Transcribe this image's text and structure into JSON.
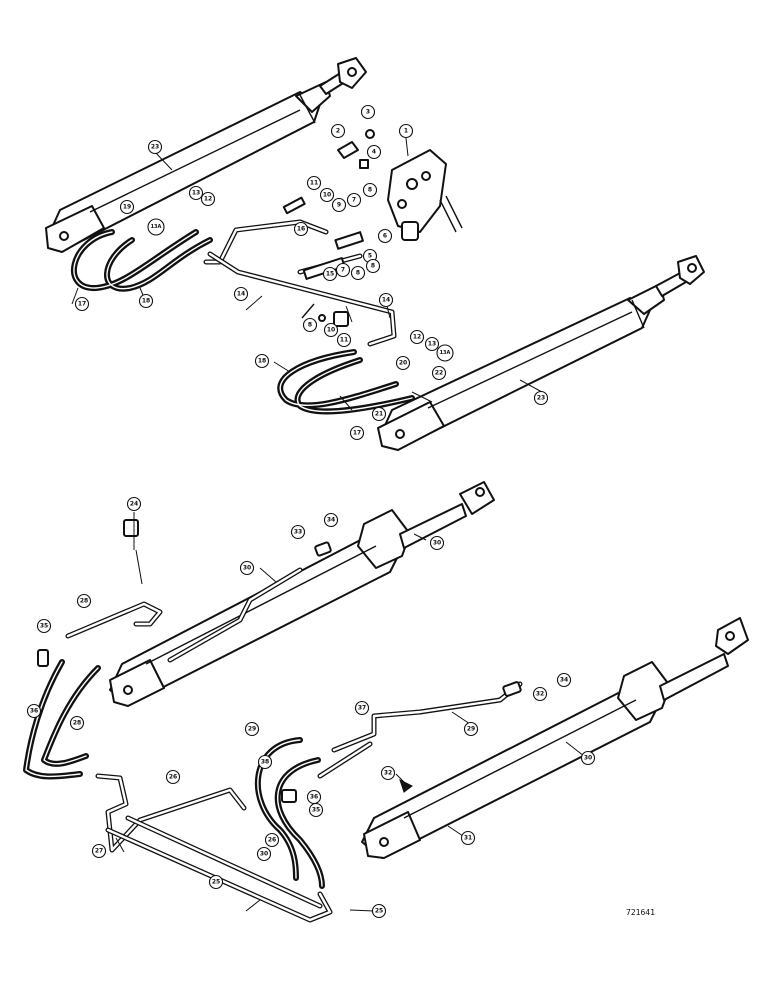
{
  "figure": {
    "reference_number": "721641"
  },
  "callouts": [
    {
      "id": "c1",
      "label": "1"
    },
    {
      "id": "c2",
      "label": "2"
    },
    {
      "id": "c3",
      "label": "3"
    },
    {
      "id": "c4",
      "label": "4"
    },
    {
      "id": "c5",
      "label": "5"
    },
    {
      "id": "c6",
      "label": "6"
    },
    {
      "id": "c7a",
      "label": "7"
    },
    {
      "id": "c7b",
      "label": "7"
    },
    {
      "id": "c8a",
      "label": "8"
    },
    {
      "id": "c8b",
      "label": "8"
    },
    {
      "id": "c8c",
      "label": "8"
    },
    {
      "id": "c8d",
      "label": "8"
    },
    {
      "id": "c9",
      "label": "9"
    },
    {
      "id": "c10a",
      "label": "10"
    },
    {
      "id": "c10b",
      "label": "10"
    },
    {
      "id": "c11a",
      "label": "11"
    },
    {
      "id": "c11b",
      "label": "11"
    },
    {
      "id": "c12a",
      "label": "12"
    },
    {
      "id": "c12b",
      "label": "12"
    },
    {
      "id": "c13a",
      "label": "13"
    },
    {
      "id": "c13b",
      "label": "13"
    },
    {
      "id": "c13Aa",
      "label": "13A"
    },
    {
      "id": "c13Ab",
      "label": "13A"
    },
    {
      "id": "c14a",
      "label": "14"
    },
    {
      "id": "c14b",
      "label": "14"
    },
    {
      "id": "c15",
      "label": "15"
    },
    {
      "id": "c16",
      "label": "16"
    },
    {
      "id": "c17a",
      "label": "17"
    },
    {
      "id": "c17b",
      "label": "17"
    },
    {
      "id": "c18a",
      "label": "18"
    },
    {
      "id": "c18b",
      "label": "18"
    },
    {
      "id": "c19",
      "label": "19"
    },
    {
      "id": "c20",
      "label": "20"
    },
    {
      "id": "c21",
      "label": "21"
    },
    {
      "id": "c22",
      "label": "22"
    },
    {
      "id": "c23a",
      "label": "23"
    },
    {
      "id": "c23b",
      "label": "23"
    },
    {
      "id": "c24",
      "label": "24"
    },
    {
      "id": "c25a",
      "label": "25"
    },
    {
      "id": "c25b",
      "label": "25"
    },
    {
      "id": "c26a",
      "label": "26"
    },
    {
      "id": "c26b",
      "label": "26"
    },
    {
      "id": "c27",
      "label": "27"
    },
    {
      "id": "c28a",
      "label": "28"
    },
    {
      "id": "c28b",
      "label": "28"
    },
    {
      "id": "c29a",
      "label": "29"
    },
    {
      "id": "c29b",
      "label": "29"
    },
    {
      "id": "c30a",
      "label": "30"
    },
    {
      "id": "c30b",
      "label": "30"
    },
    {
      "id": "c30c",
      "label": "30"
    },
    {
      "id": "c30d",
      "label": "30"
    },
    {
      "id": "c31",
      "label": "31"
    },
    {
      "id": "c32a",
      "label": "32"
    },
    {
      "id": "c32b",
      "label": "32"
    },
    {
      "id": "c33",
      "label": "33"
    },
    {
      "id": "c34a",
      "label": "34"
    },
    {
      "id": "c34b",
      "label": "34"
    },
    {
      "id": "c35a",
      "label": "35"
    },
    {
      "id": "c35b",
      "label": "35"
    },
    {
      "id": "c36a",
      "label": "36"
    },
    {
      "id": "c36b",
      "label": "36"
    },
    {
      "id": "c37",
      "label": "37"
    },
    {
      "id": "c38",
      "label": "38"
    }
  ]
}
